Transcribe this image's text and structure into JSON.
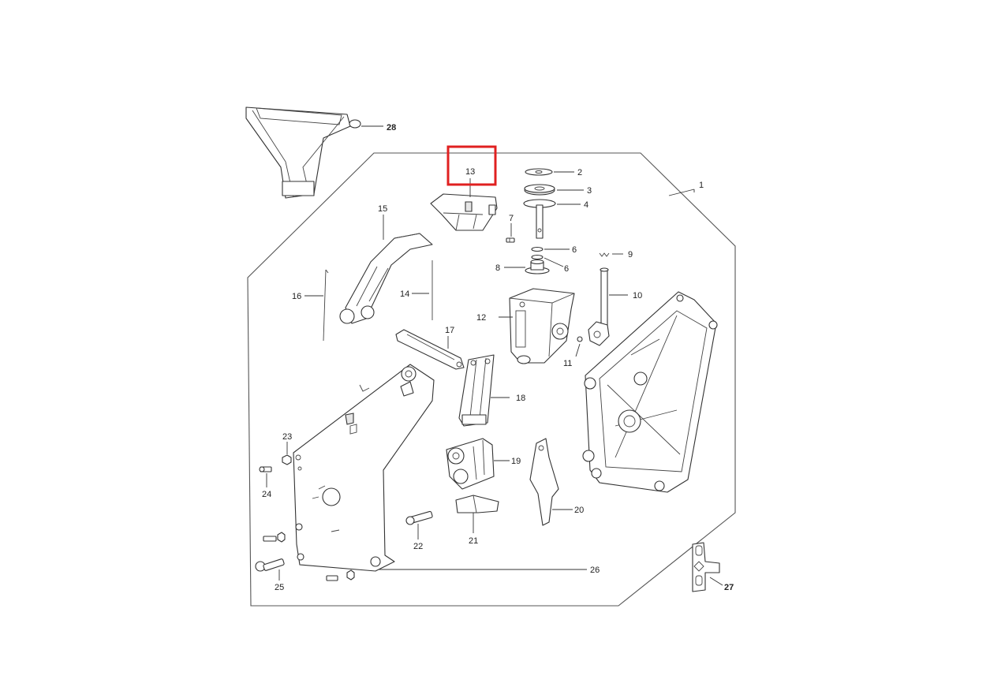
{
  "diagram": {
    "labels": {
      "l1": "1",
      "l2": "2",
      "l3": "3",
      "l4": "4",
      "l6a": "6",
      "l6b": "6",
      "l7": "7",
      "l8": "8",
      "l9": "9",
      "l10": "10",
      "l11": "11",
      "l12": "12",
      "l13": "13",
      "l14": "14",
      "l15": "15",
      "l16": "16",
      "l17": "17",
      "l18": "18",
      "l19": "19",
      "l20": "20",
      "l21": "21",
      "l22": "22",
      "l23": "23",
      "l24": "24",
      "l25": "25",
      "l26": "26",
      "l27": "27",
      "l28": "28"
    },
    "highlight_color": "#e02020",
    "highlighted_part": "13"
  }
}
